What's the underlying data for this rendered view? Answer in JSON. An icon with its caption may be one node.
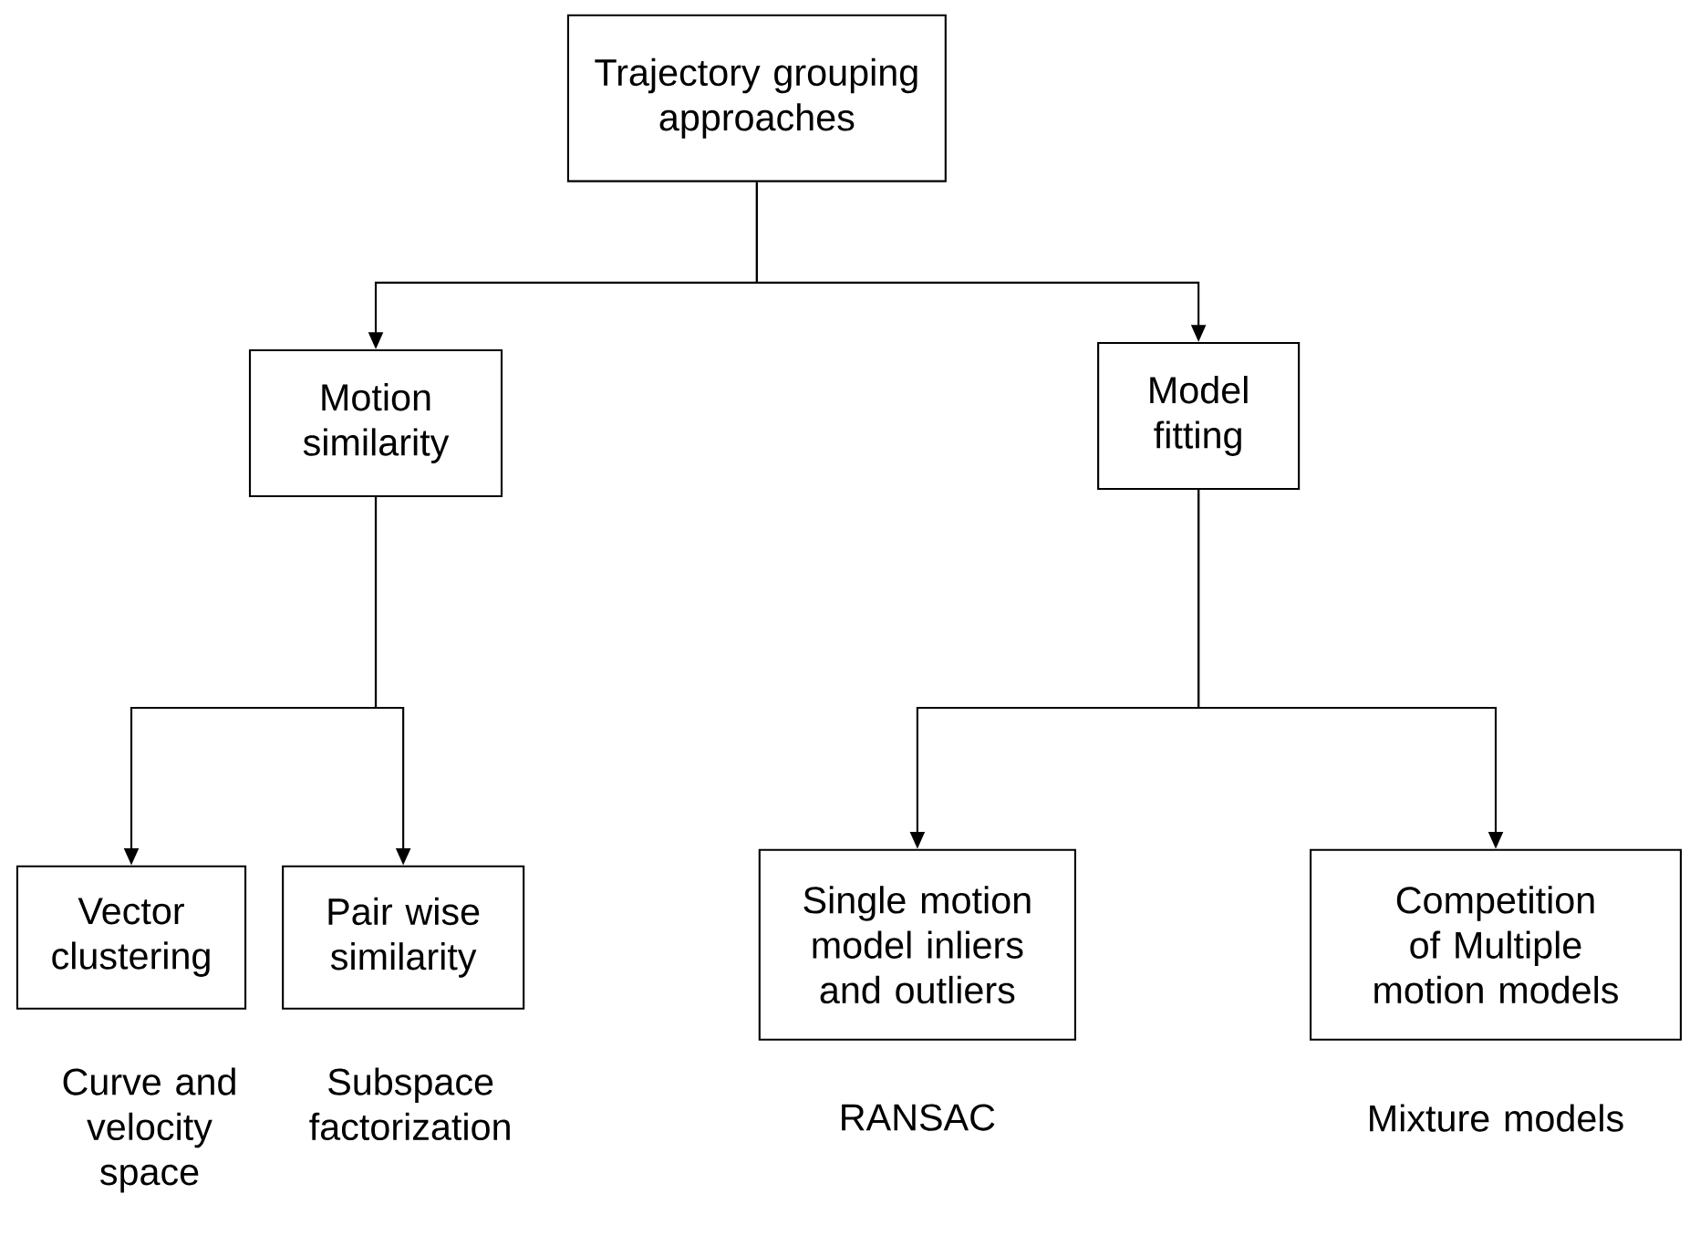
{
  "diagram": {
    "nodes": [
      {
        "text": [
          "Trajectory grouping approaches"
        ]
      },
      {
        "text": [
          "Motion similarity"
        ]
      },
      {
        "text": [
          "Model fitting"
        ]
      },
      {
        "text": [
          "Vector clustering"
        ],
        "beside": [
          "Curve and velocity space"
        ]
      },
      {
        "text": [
          "Pair wise similarity"
        ],
        "beside": [
          "Subspace factorization"
        ]
      },
      {
        "text": [
          "Single motion model inliers and outliers"
        ],
        "beside": [
          "RANSAC"
        ]
      },
      {
        "text": [
          "Competition of Multiple motion models"
        ],
        "beside": [
          "Mixture models"
        ]
      }
    ],
    "edges": [
      {
        "from": 0,
        "to": 1,
        "arrow": "to"
      },
      {
        "from": 0,
        "to": 2,
        "arrow": "to"
      },
      {
        "from": 1,
        "to": 3,
        "arrow": "to"
      },
      {
        "from": 1,
        "to": 4,
        "arrow": "to"
      },
      {
        "from": 2,
        "to": 5,
        "arrow": "to"
      },
      {
        "from": 2,
        "to": 6,
        "arrow": "to"
      }
    ]
  }
}
